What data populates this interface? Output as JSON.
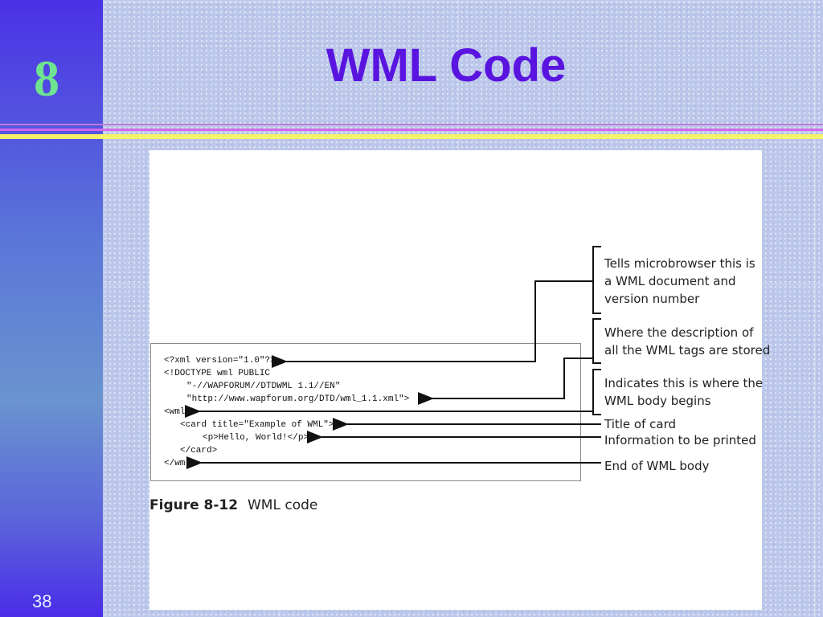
{
  "slide": {
    "number": "8",
    "title": "WML Code",
    "page_number": "38"
  },
  "figure": {
    "code_lines": [
      "<?xml version=\"1.0\"?>",
      "<!DOCTYPE wml PUBLIC",
      "\"-//WAPFORUM//DTDWML 1.1//EN\"",
      "\"http://www.wapforum.org/DTD/wml_1.1.xml\">",
      "<wml>",
      "<card title=\"Example of WML\">",
      "<p>Hello, World!</p>",
      "</card>",
      "</wml>"
    ],
    "annotations": [
      {
        "lines": [
          "Tells microbrowser this is",
          "a WML document and",
          "version number"
        ]
      },
      {
        "lines": [
          "Where the description of",
          "all the WML tags are stored"
        ]
      },
      {
        "lines": [
          "Indicates this is where the",
          "WML body begins"
        ]
      },
      {
        "lines": [
          "Title of card"
        ]
      },
      {
        "lines": [
          "Information to be printed"
        ]
      },
      {
        "lines": [
          "End of WML body"
        ]
      }
    ],
    "caption_label": "Figure 8-12",
    "caption_text": "WML code"
  }
}
